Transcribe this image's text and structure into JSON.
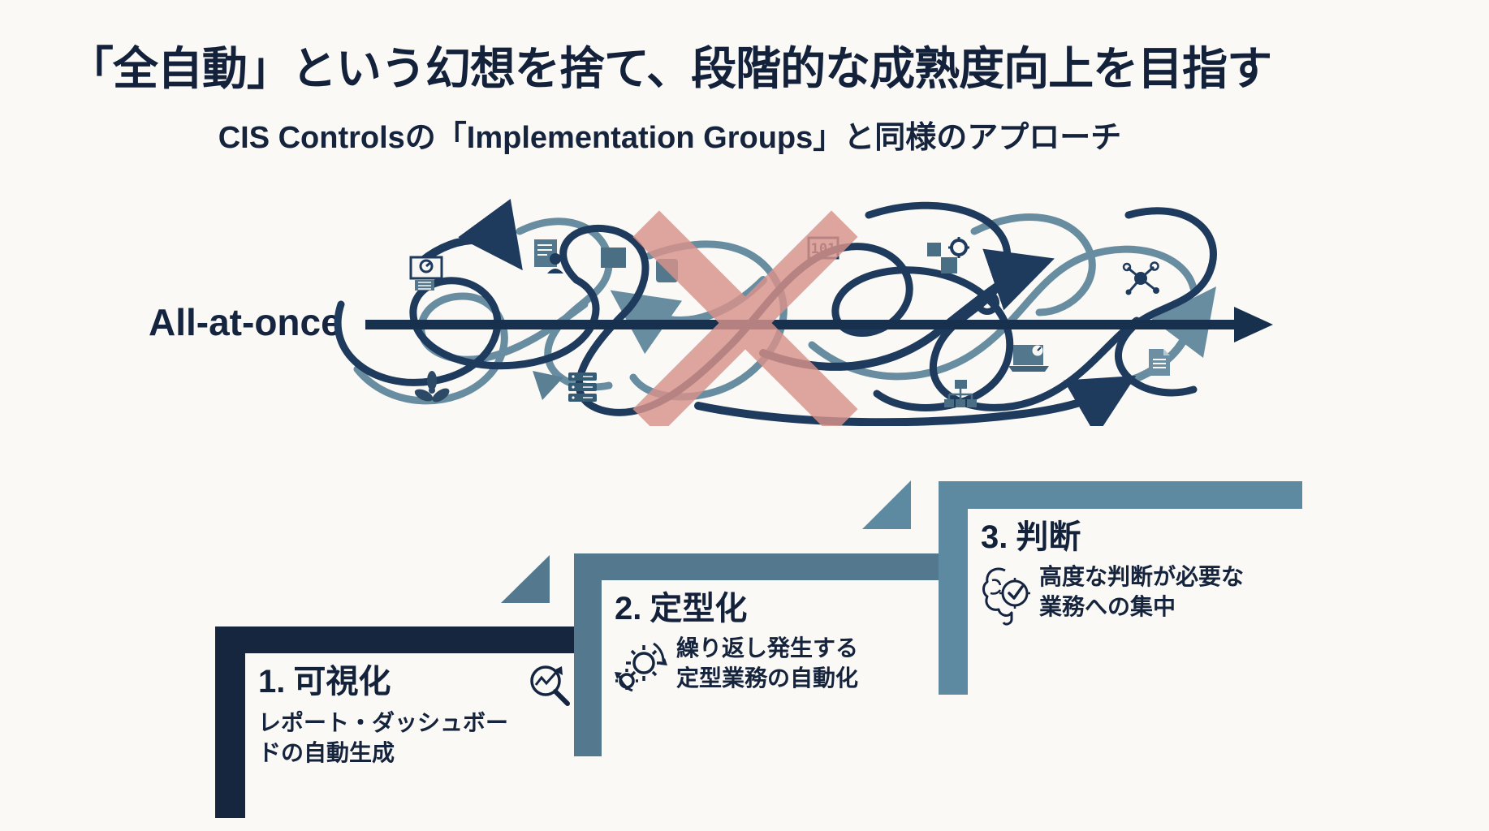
{
  "slide": {
    "title": "「全自動」という幻想を捨て、段階的な成熟度向上を目指す",
    "subtitle": "CIS Controlsの「Implementation Groups」と同様のアプローチ"
  },
  "all_at_once": {
    "label": "All-at-once"
  },
  "steps": [
    {
      "number": "1.",
      "title": "可視化",
      "description": "レポート・ダッシュボー\nドの自動生成",
      "icon": "magnifier-trend-icon"
    },
    {
      "number": "2.",
      "title": "定型化",
      "description": "繰り返し発生する\n定型業務の自動化",
      "icon": "gears-cycle-icon"
    },
    {
      "number": "3.",
      "title": "判断",
      "description": "高度な判断が必要な\n業務への集中",
      "icon": "brain-check-icon"
    }
  ],
  "tangle_icons": [
    "presentation-chart-icon",
    "document-person-icon",
    "square-icon",
    "card-icon",
    "code-tag-icon",
    "puzzle-gear-icon",
    "ring-icon",
    "network-nodes-icon",
    "laptop-gauge-icon",
    "org-chart-icon",
    "document-icon",
    "servers-icon",
    "down-arrowhead-icon",
    "propeller-icon",
    "cross-x-mark"
  ],
  "colors": {
    "background": "#faf9f6",
    "text": "#15243c",
    "step1_navy": "#16263e",
    "step2_slate": "#54798e",
    "step3_teal": "#5d8aa0",
    "x_mark_red": "#d9938b",
    "tangle_dark": "#1e3a5c",
    "tangle_steel": "#688da0"
  }
}
